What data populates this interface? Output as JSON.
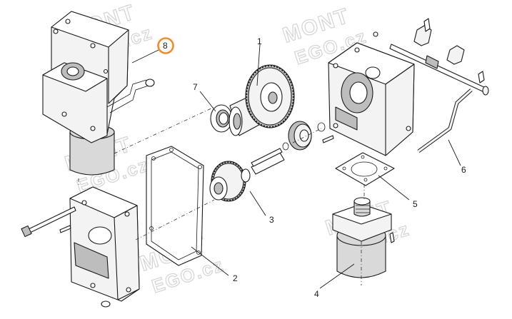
{
  "callouts": [
    {
      "id": "1",
      "label": "1"
    },
    {
      "id": "2",
      "label": "2"
    },
    {
      "id": "3",
      "label": "3"
    },
    {
      "id": "4",
      "label": "4"
    },
    {
      "id": "5",
      "label": "5"
    },
    {
      "id": "6",
      "label": "6"
    },
    {
      "id": "7",
      "label": "7"
    },
    {
      "id": "8",
      "label": "8"
    }
  ],
  "highlighted_callout": "8",
  "highlight_color": "#f28c28",
  "watermark": {
    "line1": "MONT",
    "line2": "EGO.cz"
  }
}
